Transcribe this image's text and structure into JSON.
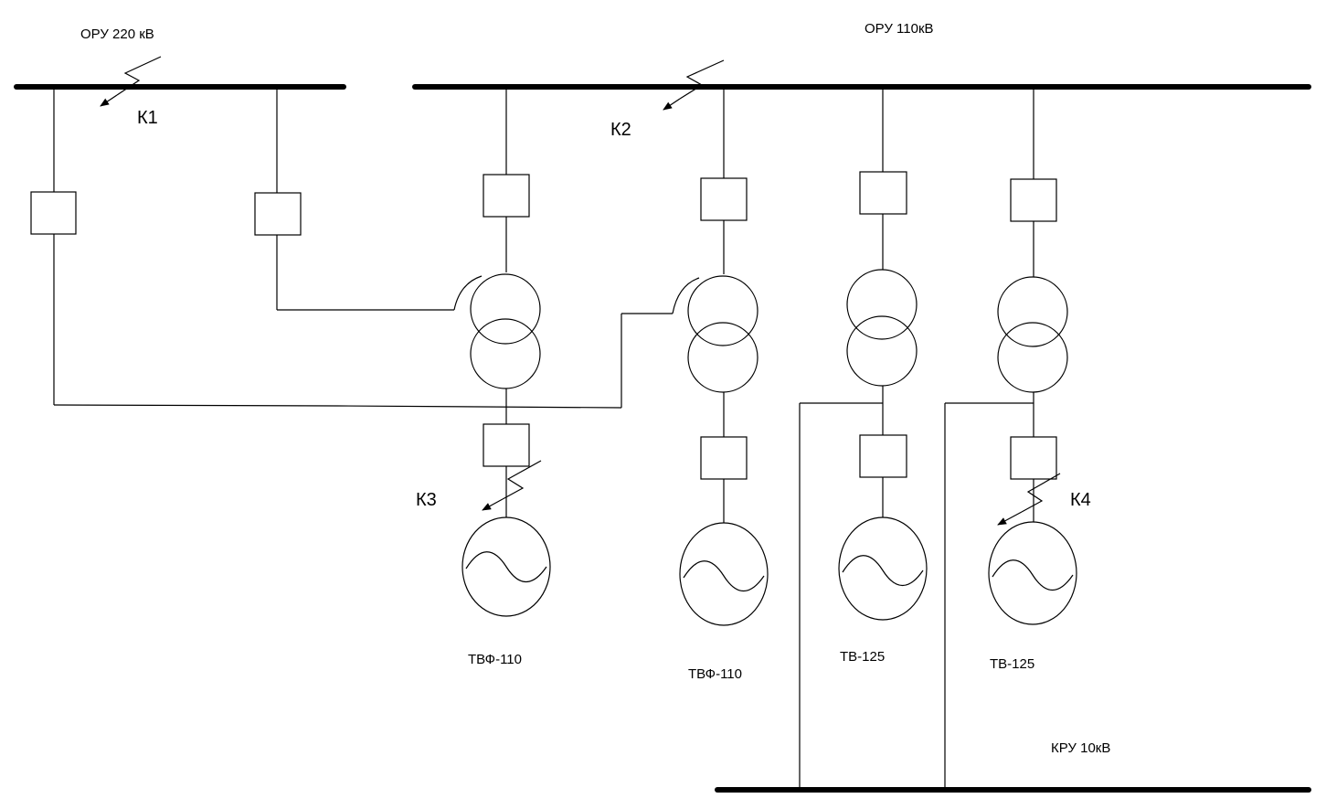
{
  "buses": {
    "oru220": "ОРУ 220 кВ",
    "oru110": "ОРУ 110кВ",
    "kru10": "КРУ 10кВ"
  },
  "faults": {
    "k1": "К1",
    "k2": "К2",
    "k3": "К3",
    "k4": "К4"
  },
  "generators": [
    {
      "label": "ТВФ-110"
    },
    {
      "label": "ТВФ-110"
    },
    {
      "label": "ТВ-125"
    },
    {
      "label": "ТВ-125"
    }
  ]
}
